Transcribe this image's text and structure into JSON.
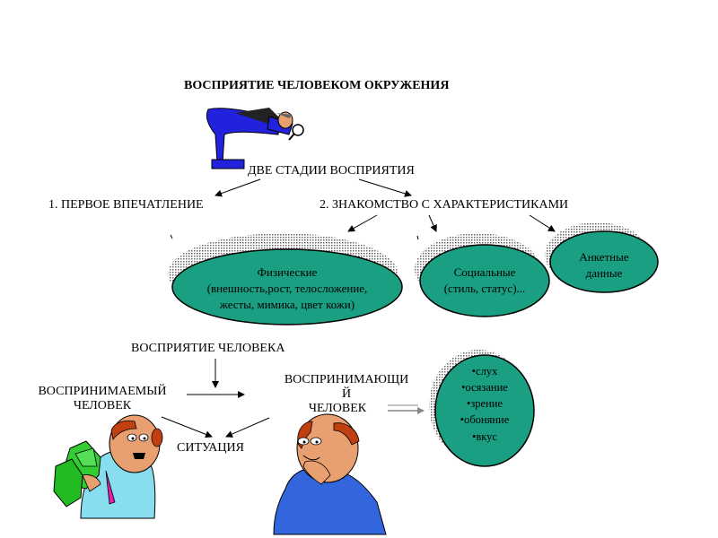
{
  "title": "ВОСПРИЯТИЕ  ЧЕЛОВЕКОМ ОКРУЖЕНИЯ",
  "two_stages": "ДВЕ  СТАДИИ ВОСПРИЯТИЯ",
  "stage1": "1. ПЕРВОЕ ВПЕЧАТЛЕНИЕ",
  "stage2": "2. ЗНАКОМСТВО   С ХАРАКТЕРИСТИКАМИ",
  "ovals": {
    "physical": {
      "line1": "Физические",
      "line2": "(внешность,рост, телосложение,",
      "line3": "жесты, мимика, цвет кожи)"
    },
    "social": {
      "line1": "Социальные",
      "line2": "(стиль, статус)..."
    },
    "survey": {
      "line1": "Анкетные",
      "line2": "данные"
    },
    "senses": {
      "items": [
        "•слух",
        "•осязание",
        "•зрение",
        "•обоняние",
        "•вкус"
      ]
    }
  },
  "perception_of_person": "ВОСПРИЯТИЕ    ЧЕЛОВЕКА",
  "perceived": {
    "line1": "ВОСПРИНИМАЕМЫЙ",
    "line2": "ЧЕЛОВЕК"
  },
  "perceiving": {
    "line1": "ВОСПРИНИМАЮЩИ",
    "line2": "Й",
    "line3": "ЧЕЛОВЕК"
  },
  "situation": "СИТУАЦИЯ",
  "icons": [
    "detective-figure-icon",
    "man-with-money-icon",
    "thinking-man-icon"
  ],
  "colors": {
    "oval_fill": "#1a9f82",
    "oval_shadow": "#808080",
    "text": "#000000",
    "suit_blue": "#2020e0",
    "money_green": "#33cc33",
    "skin": "#e8a070"
  }
}
